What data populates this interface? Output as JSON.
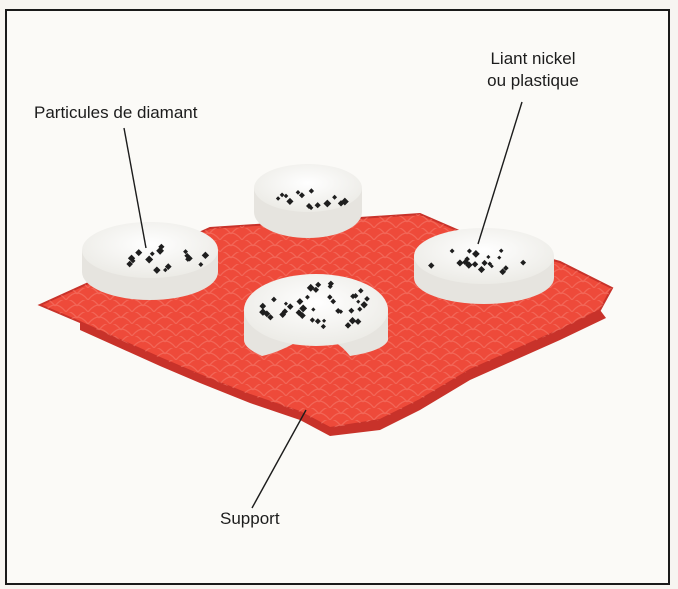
{
  "labels": {
    "particles": "Particules de diamant",
    "binder_line1": "Liant nickel",
    "binder_line2": "ou plastique",
    "support": "Support"
  },
  "colors": {
    "support": "#ee4a3a",
    "support_dark": "#c8322a",
    "binder": "#ffffff",
    "diamond": "#1e1e1e",
    "border": "#1a1a1a"
  }
}
